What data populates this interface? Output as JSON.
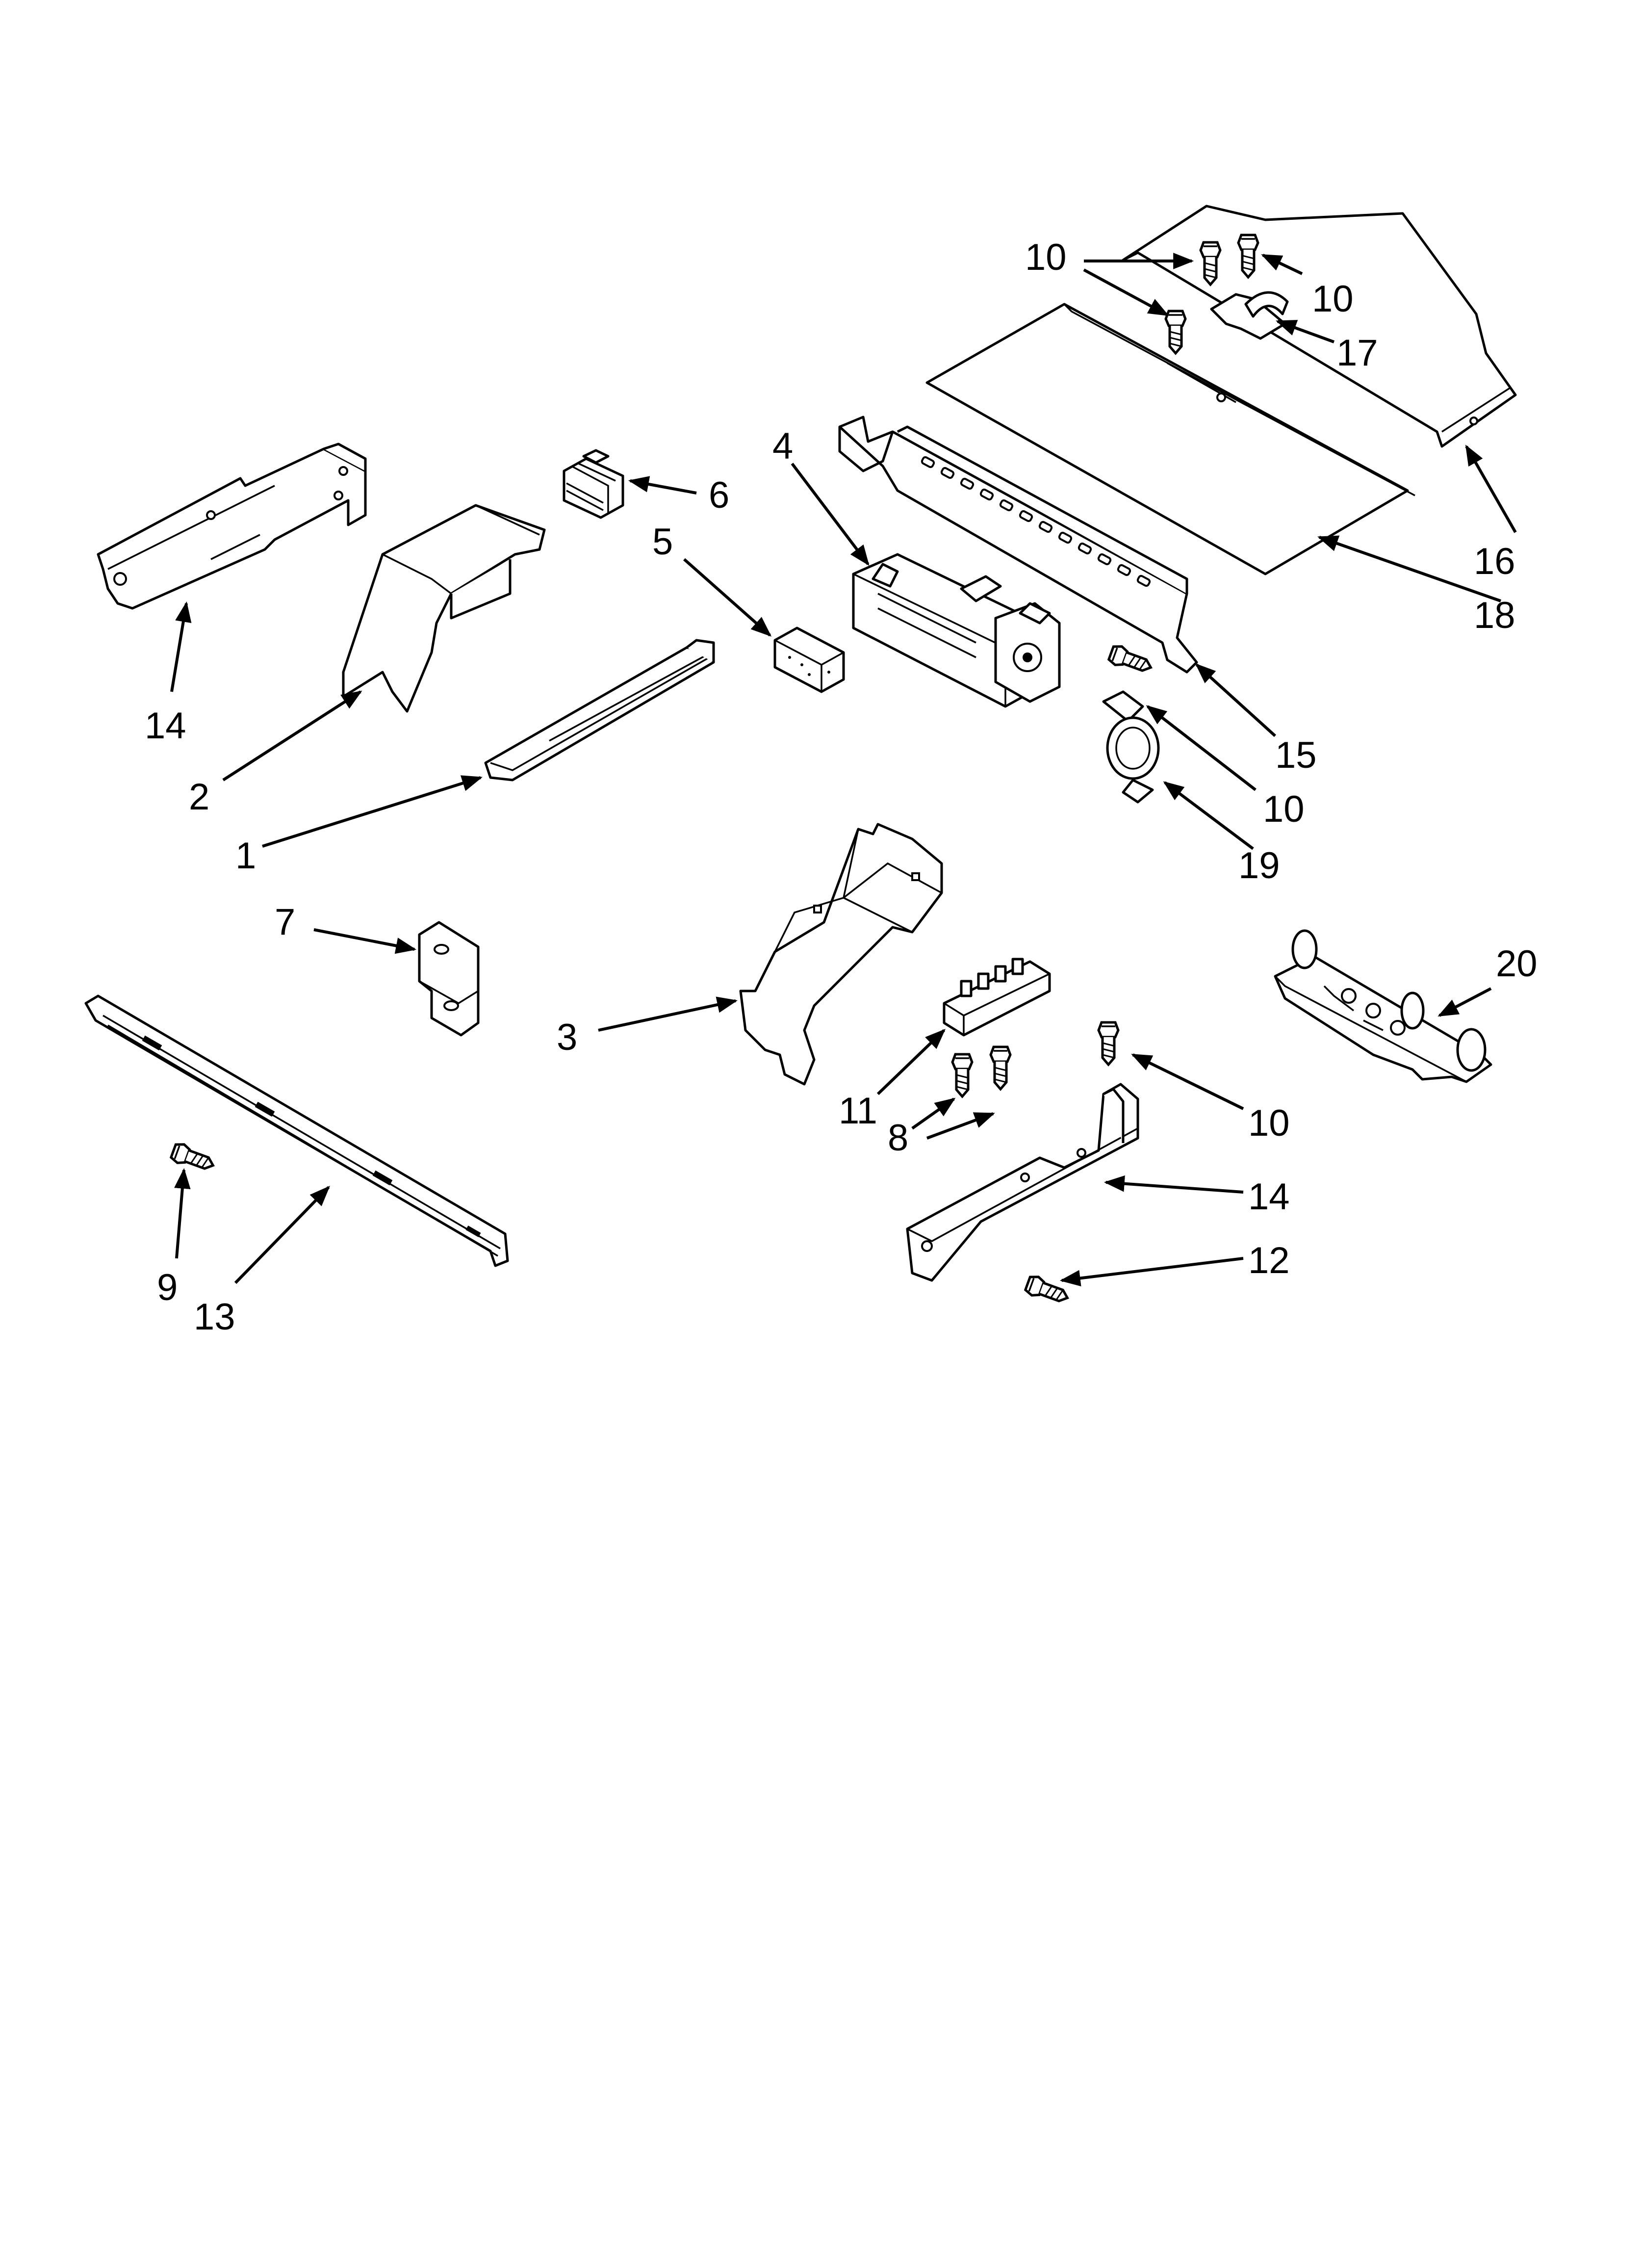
{
  "callouts": {
    "c1": "1",
    "c2": "2",
    "c3": "3",
    "c4": "4",
    "c5": "5",
    "c6": "6",
    "c7": "7",
    "c8": "8",
    "c9": "9",
    "c10a": "10",
    "c10b": "10",
    "c10c": "10",
    "c10d": "10",
    "c11": "11",
    "c12": "12",
    "c13": "13",
    "c14a": "14",
    "c14b": "14",
    "c15": "15",
    "c16": "16",
    "c17": "17",
    "c18": "18",
    "c19": "19",
    "c20": "20"
  }
}
